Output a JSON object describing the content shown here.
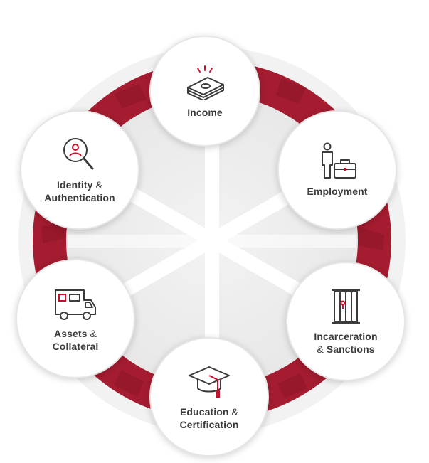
{
  "nodes": {
    "income": {
      "icon": "money-stack-icon",
      "label_line1": "Income",
      "label_line2": ""
    },
    "employment": {
      "icon": "person-briefcase-icon",
      "label_line1": "Employment",
      "label_line2": ""
    },
    "incarceration": {
      "icon": "jail-cell-icon",
      "label_line1": "Incarceration",
      "label_line2_amp": "&",
      "label_line2": "Sanctions"
    },
    "education": {
      "icon": "graduation-cap-icon",
      "label_line1": "Education",
      "label_line1_amp": "&",
      "label_line2": "Certification"
    },
    "assets": {
      "icon": "rv-vehicle-icon",
      "label_line1": "Assets",
      "label_line1_amp": "&",
      "label_line2": "Collateral"
    },
    "identity": {
      "icon": "magnifier-person-icon",
      "label_line1": "Identity",
      "label_line1_amp": "&",
      "label_line2": "Authentication"
    }
  },
  "colors": {
    "ring": "#a51c30",
    "ring_dark": "#8a1627",
    "hub": "#ececec",
    "spoke": "#ffffff",
    "icon_stroke": "#3b3b3b",
    "accent": "#c8102e",
    "text": "#3b3b3b"
  }
}
